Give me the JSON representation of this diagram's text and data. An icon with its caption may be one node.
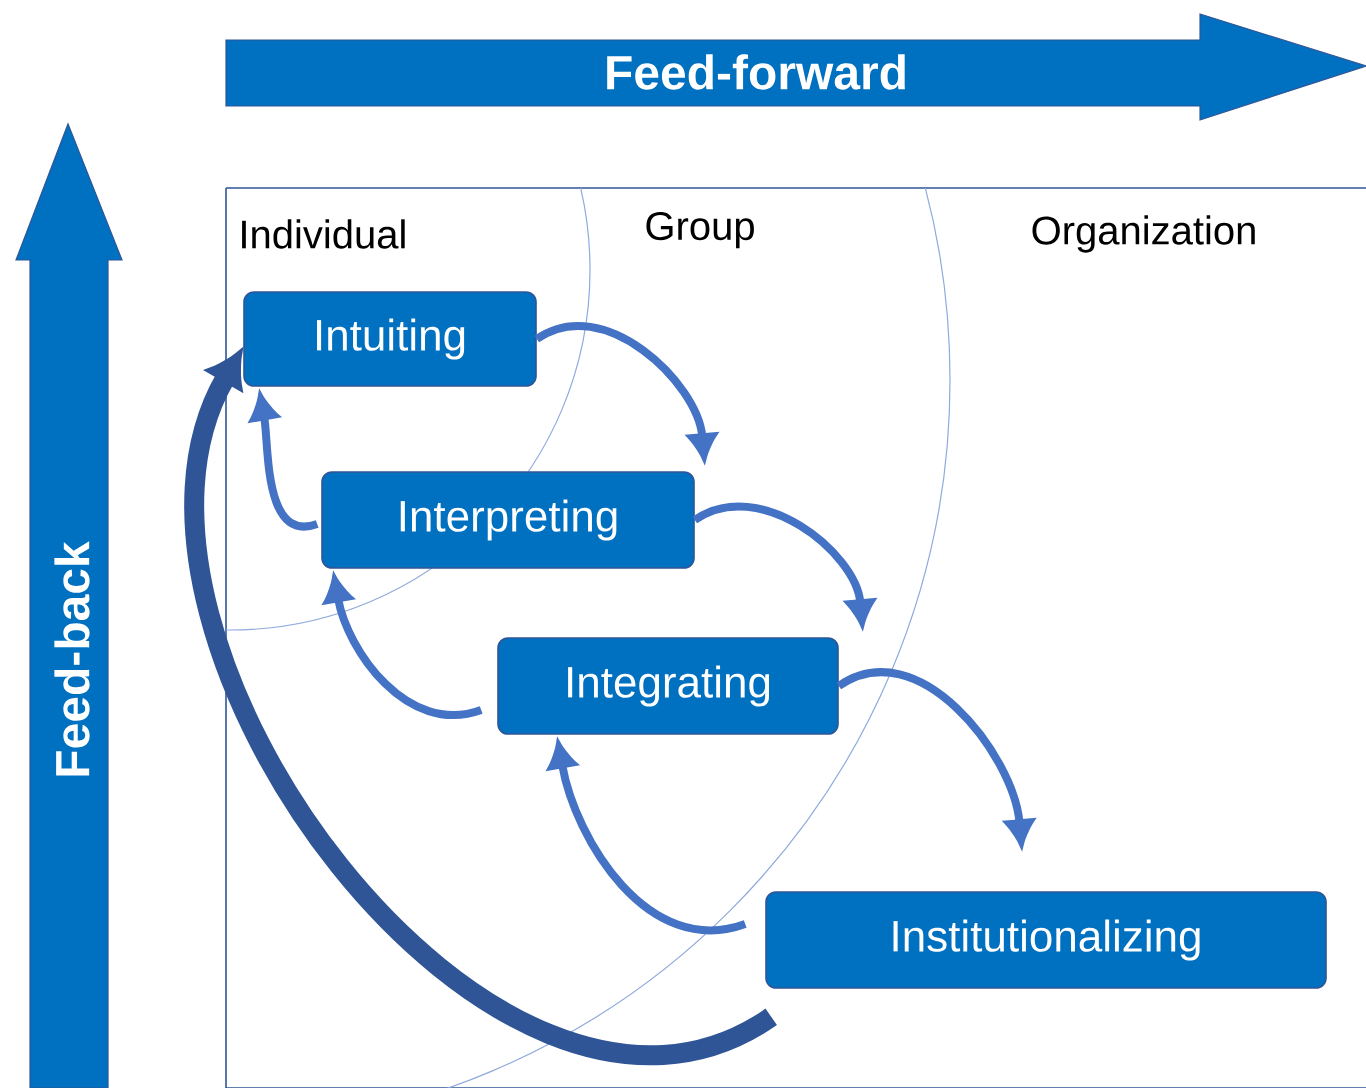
{
  "diagram": {
    "nodes": [
      {
        "text": [
          "Feed-forward"
        ]
      },
      {
        "text": [
          "Feed-back"
        ]
      },
      {
        "text": [
          "Intuiting"
        ]
      },
      {
        "text": [
          "Interpreting"
        ]
      },
      {
        "text": [
          "Integrating"
        ]
      },
      {
        "text": [
          "Institutionalizing"
        ]
      }
    ],
    "edges": [
      {
        "from": 2,
        "to": 3,
        "arrow": "to"
      },
      {
        "from": 3,
        "to": 4,
        "arrow": "to"
      },
      {
        "from": 4,
        "to": 5,
        "arrow": "to"
      },
      {
        "from": 5,
        "to": 4,
        "arrow": "to"
      },
      {
        "from": 4,
        "to": 3,
        "arrow": "to"
      },
      {
        "from": 3,
        "to": 2,
        "arrow": "to"
      },
      {
        "from": 5,
        "to": 2,
        "arrow": "to",
        "style": "thick",
        "color": "#2f5597"
      }
    ],
    "labels": [
      "Individual",
      "Group",
      "Organization"
    ]
  }
}
